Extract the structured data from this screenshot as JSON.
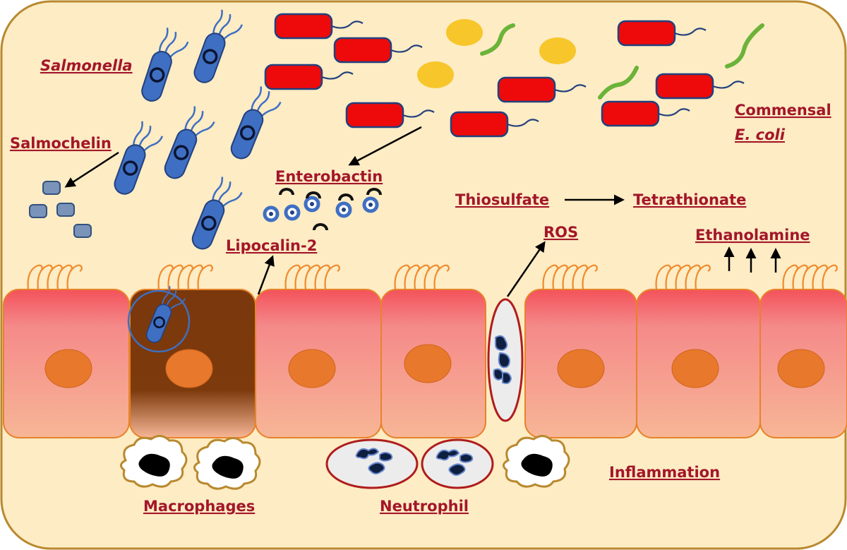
{
  "labels": {
    "salmonella": "Salmonella",
    "salmochelin": "Salmochelin",
    "enterobactin": "Enterobactin",
    "lipocalin": "Lipocalin-2",
    "thiosulfate": "Thiosulfate",
    "tetrathionate": "Tetrathionate",
    "ros": "ROS",
    "ethanolamine": "Ethanolamine",
    "commensal": "Commensal",
    "ecoli": "E. coli",
    "macrophages": "Macrophages",
    "neutrophil": "Neutrophil",
    "inflammation": "Inflammation"
  },
  "colors": {
    "label_text": "#a3162a",
    "background": "#fdecc4",
    "frame": "#b8892f",
    "salmonella_body": "#3f6fc2",
    "ecoli_body": "#ee0a0a",
    "cell_top": "#f45a5a",
    "cell_bottom": "#f7b494",
    "nucleus": "#e8782b",
    "infected_cell": "#7c3a0b",
    "microvilli": "#f08a2c",
    "commensal_green": "#6bb339",
    "yellow_particle": "#f7c62a"
  }
}
